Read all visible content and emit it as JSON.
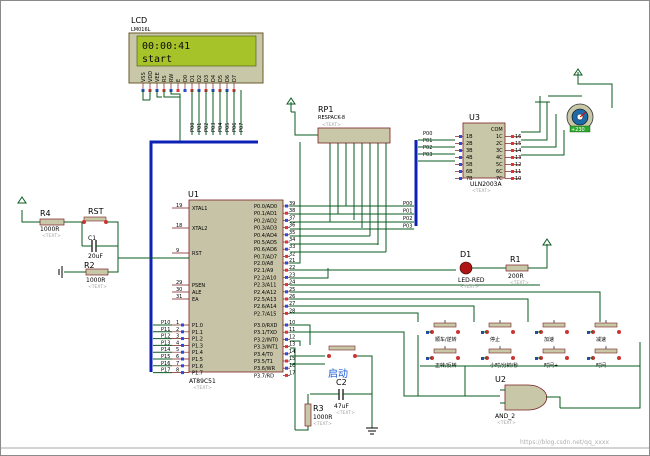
{
  "lcd": {
    "ref": "LCD",
    "part": "LM016L",
    "line1": "00:00:41",
    "line2": "start",
    "pins": [
      "VSS",
      "VDD",
      "VEE",
      "RS",
      "RW",
      "E",
      "D0",
      "D1",
      "D2",
      "D3",
      "D4",
      "D5",
      "D6",
      "D7"
    ]
  },
  "rp1": {
    "ref": "RP1",
    "part": "RESPACK-8",
    "tag": "<TEXT>"
  },
  "u3": {
    "ref": "U3",
    "part": "ULN2003A",
    "tag": "<TEXT>",
    "com": "COM",
    "left_pins": [
      "1B",
      "2B",
      "3B",
      "4B",
      "5B",
      "6B",
      "7B"
    ],
    "right_pins": [
      "1C",
      "2C",
      "3C",
      "4C",
      "5C",
      "6C",
      "7C"
    ],
    "right_nums": [
      "16",
      "15",
      "14",
      "13",
      "12",
      "11",
      "10"
    ],
    "net_labels": [
      "P00",
      "P01",
      "P02",
      "P03"
    ]
  },
  "motor": {
    "readout": "+230"
  },
  "u1": {
    "ref": "U1",
    "part": "AT89C51",
    "tag": "<TEXT>",
    "left_pins": [
      {
        "num": "19",
        "name": "XTAL1"
      },
      {
        "num": "18",
        "name": "XTAL2"
      },
      {
        "num": "9",
        "name": "RST"
      },
      {
        "num": "29",
        "name": "PSEN"
      },
      {
        "num": "30",
        "name": "ALE"
      },
      {
        "num": "31",
        "name": "EA"
      }
    ],
    "p1_pins": [
      {
        "num": "1",
        "name": "P1.0"
      },
      {
        "num": "2",
        "name": "P1.1"
      },
      {
        "num": "3",
        "name": "P1.2"
      },
      {
        "num": "4",
        "name": "P1.3"
      },
      {
        "num": "5",
        "name": "P1.4"
      },
      {
        "num": "6",
        "name": "P1.5"
      },
      {
        "num": "7",
        "name": "P1.6"
      },
      {
        "num": "8",
        "name": "P1.7"
      }
    ],
    "p1_nets": [
      "P10",
      "P11",
      "P12",
      "P13",
      "P14",
      "P15",
      "P16",
      "P17"
    ],
    "p0_pins": [
      {
        "num": "39",
        "name": "P0.0/AD0"
      },
      {
        "num": "38",
        "name": "P0.1/AD1"
      },
      {
        "num": "37",
        "name": "P0.2/AD2"
      },
      {
        "num": "36",
        "name": "P0.3/AD3"
      },
      {
        "num": "35",
        "name": "P0.4/AD4"
      },
      {
        "num": "34",
        "name": "P0.5/AD5"
      },
      {
        "num": "33",
        "name": "P0.6/AD6"
      },
      {
        "num": "32",
        "name": "P0.7/AD7"
      }
    ],
    "p2_pins": [
      {
        "num": "21",
        "name": "P2.0/A8"
      },
      {
        "num": "22",
        "name": "P2.1/A9"
      },
      {
        "num": "23",
        "name": "P2.2/A10"
      },
      {
        "num": "24",
        "name": "P2.3/A11"
      },
      {
        "num": "25",
        "name": "P2.4/A12"
      },
      {
        "num": "26",
        "name": "P2.5/A13"
      },
      {
        "num": "27",
        "name": "P2.6/A14"
      },
      {
        "num": "28",
        "name": "P2.7/A15"
      }
    ],
    "p3_pins": [
      {
        "num": "10",
        "name": "P3.0/RXD"
      },
      {
        "num": "11",
        "name": "P3.1/TXD"
      },
      {
        "num": "12",
        "name": "P3.2/INT0"
      },
      {
        "num": "13",
        "name": "P3.3/INT1"
      },
      {
        "num": "14",
        "name": "P3.4/T0"
      },
      {
        "num": "15",
        "name": "P3.5/T1"
      },
      {
        "num": "16",
        "name": "P3.6/WR"
      },
      {
        "num": "17",
        "name": "P3.7/RD"
      }
    ],
    "p0_nets": [
      "P00",
      "P01",
      "P02",
      "P03"
    ],
    "p1_bus_nets": [
      "P10",
      "P11",
      "P12",
      "P13",
      "P14",
      "P15",
      "P16",
      "P17"
    ]
  },
  "r4": {
    "ref": "R4",
    "value": "1000R",
    "tag": "<TEXT>"
  },
  "rst": {
    "ref": "RST"
  },
  "c1": {
    "ref": "C1",
    "value": "20uF"
  },
  "r2": {
    "ref": "R2",
    "value": "1000R",
    "tag": "<TEXT>"
  },
  "d1": {
    "ref": "D1",
    "part": "LED-RED",
    "tag": "<TEXT>"
  },
  "r1": {
    "ref": "R1",
    "value": "200R",
    "tag": "<TEXT>"
  },
  "start_btn": {
    "label": "启动"
  },
  "c2": {
    "ref": "C2",
    "value": "47uF",
    "tag": "<TEXT>"
  },
  "r3": {
    "ref": "R3",
    "value": "1000R",
    "tag": "<TEXT>"
  },
  "u2": {
    "ref": "U2",
    "part": "AND_2",
    "tag": "<TEXT>"
  },
  "buttons": [
    {
      "label": "顺车/逆转"
    },
    {
      "label": "停止"
    },
    {
      "label": "加速"
    },
    {
      "label": "减速"
    },
    {
      "label": "正转/反转"
    },
    {
      "label": "小时/分钟/秒"
    },
    {
      "label": "时间+"
    },
    {
      "label": "时间-"
    }
  ],
  "watermark": "https://blog.csdn.net/qq_xxxx"
}
